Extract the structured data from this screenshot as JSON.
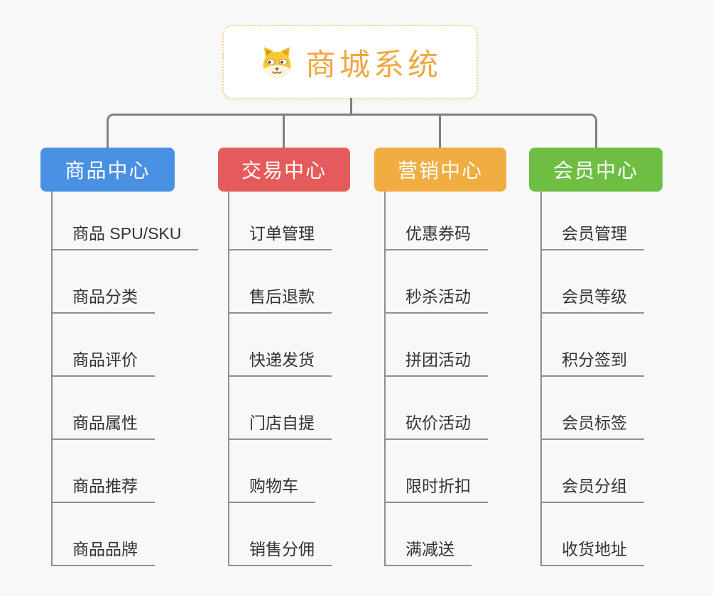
{
  "app": {
    "background": "#F8F8F8",
    "connector_color": "#7F7F7F",
    "leaf_line_color": "#8F8F8F",
    "leaf_text_color": "#333333"
  },
  "root": {
    "title": "商城系统",
    "icon": "dog-face-icon",
    "text_color": "#F0A842",
    "border_color": "#F7CC85",
    "background": "#FFFFFF"
  },
  "branches": [
    {
      "label": "商品中心",
      "color": "#4A90E2",
      "children": [
        "商品 SPU/SKU",
        "商品分类",
        "商品评价",
        "商品属性",
        "商品推荐",
        "商品品牌"
      ]
    },
    {
      "label": "交易中心",
      "color": "#E55B5B",
      "children": [
        "订单管理",
        "售后退款",
        "快递发货",
        "门店自提",
        "购物车",
        "销售分佣"
      ]
    },
    {
      "label": "营销中心",
      "color": "#EFAD42",
      "children": [
        "优惠券码",
        "秒杀活动",
        "拼团活动",
        "砍价活动",
        "限时折扣",
        "满减送"
      ]
    },
    {
      "label": "会员中心",
      "color": "#6FBE44",
      "children": [
        "会员管理",
        "会员等级",
        "积分签到",
        "会员标签",
        "会员分组",
        "收货地址"
      ]
    }
  ]
}
